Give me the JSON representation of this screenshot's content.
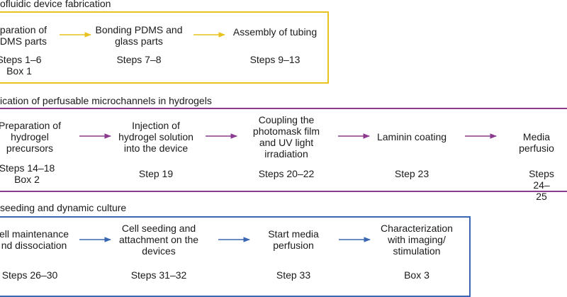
{
  "colors": {
    "panel1": "#e8c21d",
    "panel2": "#8b3a8f",
    "panel3": "#3a67b1"
  },
  "sections": [
    {
      "title": "ofluidic device fabrication",
      "steps": [
        {
          "label": "paration of\nDMS parts",
          "ref": "Steps 1–6\nBox 1"
        },
        {
          "label": "Bonding PDMS and\nglass parts",
          "ref": "Steps 7–8"
        },
        {
          "label": "Assembly of tubing",
          "ref": "Steps 9–13"
        }
      ]
    },
    {
      "title": "ication of perfusable microchannels in hydrogels",
      "steps": [
        {
          "label": "Preparation of\nhydrogel\nprecursors",
          "ref": "Steps 14–18\nBox 2"
        },
        {
          "label": "Injection of\nhydrogel solution\ninto the device",
          "ref": "Step 19"
        },
        {
          "label": "Coupling the\nphotomask film\nand UV light\nirradiation",
          "ref": "Steps 20–22"
        },
        {
          "label": "Laminin coating",
          "ref": "Step 23"
        },
        {
          "label": "Media perfusio",
          "ref": "Steps 24–25"
        }
      ]
    },
    {
      "title": "seeding and dynamic culture",
      "steps": [
        {
          "label": "ell maintenance\nnd dissociation",
          "ref": "Steps 26–30"
        },
        {
          "label": "Cell seeding and\nattachment on the\ndevices",
          "ref": "Steps 31–32"
        },
        {
          "label": "Start media\nperfusion",
          "ref": "Step 33"
        },
        {
          "label": "Characterization\nwith imaging/\nstimulation",
          "ref": "Box 3"
        }
      ]
    }
  ]
}
